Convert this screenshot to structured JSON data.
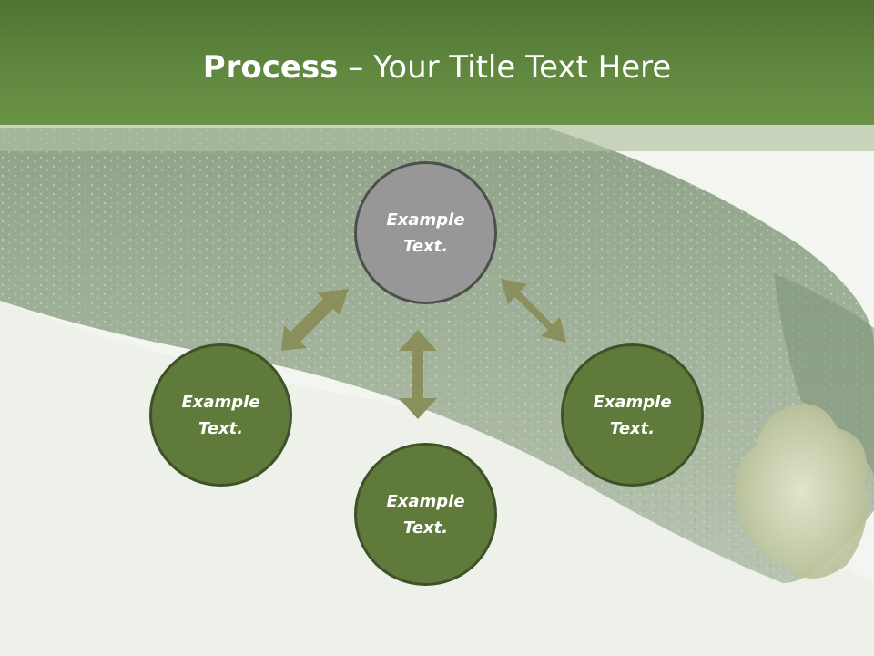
{
  "title": {
    "bold": "Process",
    "rest": " – Your Title Text Here"
  },
  "nodes": {
    "top": "Example\nText.",
    "left": "Example\nText.",
    "right": "Example\nText.",
    "bottom": "Example\nText."
  },
  "colors": {
    "header_green": "#5f873e",
    "node_green": "#5f7a3a",
    "node_gray": "#979797",
    "arrow": "#8b8f5e"
  }
}
